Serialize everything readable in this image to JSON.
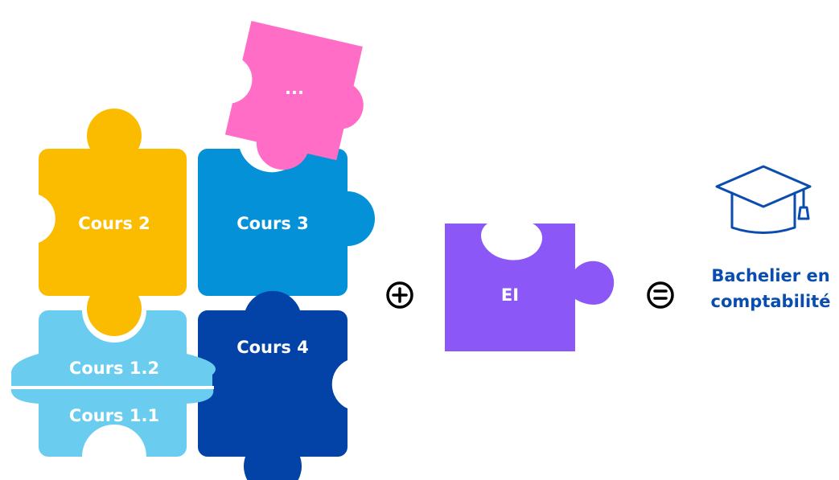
{
  "pieces": {
    "cours_2": {
      "label": "Cours 2",
      "color": "#FBBC00"
    },
    "cours_3": {
      "label": "Cours 3",
      "color": "#0491D8"
    },
    "cours_4": {
      "label": "Cours 4",
      "color": "#0343A8"
    },
    "cours_1_2": {
      "label": "Cours 1.2",
      "color": "#6ACDEF"
    },
    "cours_1_1": {
      "label": "Cours 1.1",
      "color": "#6ACDEF"
    },
    "ellipsis": {
      "label": "...",
      "color": "#FF6DC7"
    },
    "ei": {
      "label": "EI",
      "color": "#8B58F7"
    }
  },
  "operators": {
    "plus": "plus-icon",
    "equals": "equals-icon"
  },
  "result": {
    "icon": "graduation-cap-icon",
    "line1": "Bachelier en",
    "line2": "comptabilité",
    "color": "#0A4DAF"
  }
}
